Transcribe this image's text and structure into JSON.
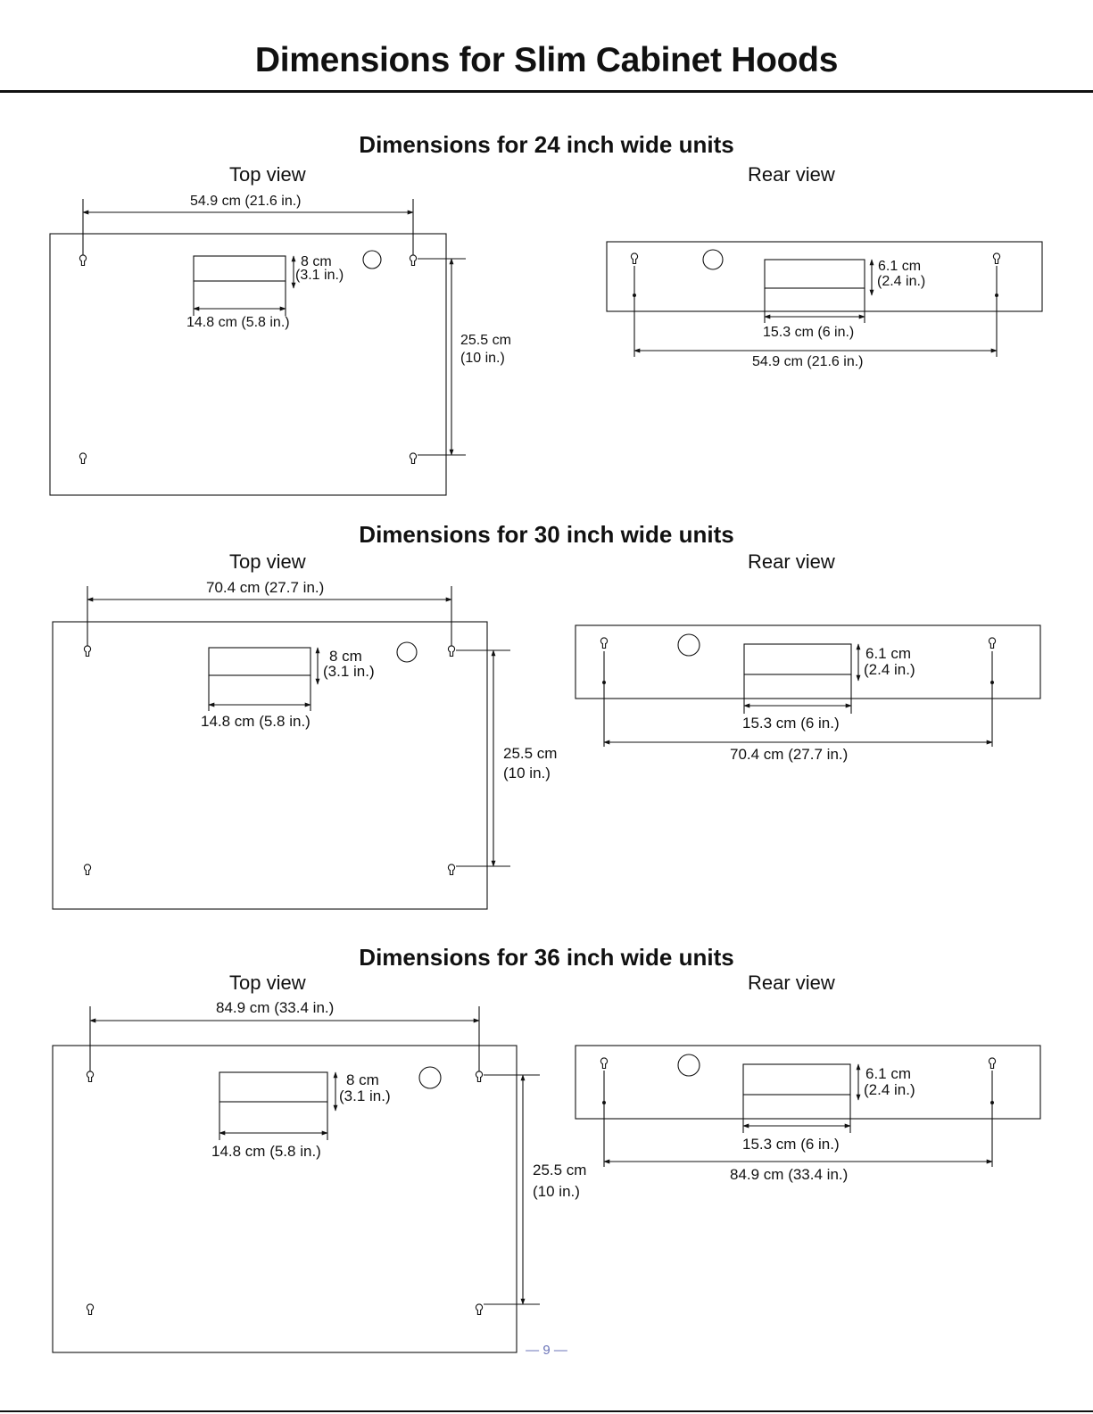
{
  "page": {
    "title": "Dimensions for Slim Cabinet Hoods",
    "page_number": "— 9 —"
  },
  "labels": {
    "top_view": "Top view",
    "rear_view": "Rear view"
  },
  "sections": [
    {
      "title": "Dimensions for 24 inch wide units",
      "top_width": "54.9 cm (21.6 in.)",
      "top_depth_cm": "25.5 cm",
      "top_depth_in": "(10 in.)",
      "top_cutout_height_cm": "8 cm",
      "top_cutout_height_in": "(3.1 in.)",
      "top_cutout_width": "14.8 cm (5.8 in.)",
      "rear_cutout_height_cm": "6.1 cm",
      "rear_cutout_height_in": "(2.4 in.)",
      "rear_cutout_width": "15.3 cm (6 in.)",
      "rear_width": "54.9 cm (21.6 in.)"
    },
    {
      "title": "Dimensions for 30 inch wide units",
      "top_width": "70.4 cm (27.7 in.)",
      "top_depth_cm": "25.5 cm",
      "top_depth_in": "(10 in.)",
      "top_cutout_height_cm": "8 cm",
      "top_cutout_height_in": "(3.1 in.)",
      "top_cutout_width": "14.8 cm (5.8 in.)",
      "rear_cutout_height_cm": "6.1 cm",
      "rear_cutout_height_in": "(2.4 in.)",
      "rear_cutout_width": "15.3 cm (6 in.)",
      "rear_width": "70.4 cm (27.7 in.)"
    },
    {
      "title": "Dimensions for 36 inch wide units",
      "top_width": "84.9 cm (33.4 in.)",
      "top_depth_cm": "25.5 cm",
      "top_depth_in": "(10 in.)",
      "top_cutout_height_cm": "8 cm",
      "top_cutout_height_in": "(3.1 in.)",
      "top_cutout_width": "14.8 cm (5.8 in.)",
      "rear_cutout_height_cm": "6.1 cm",
      "rear_cutout_height_in": "(2.4 in.)",
      "rear_cutout_width": "15.3 cm (6 in.)",
      "rear_width": "84.9 cm (33.4 in.)"
    }
  ]
}
